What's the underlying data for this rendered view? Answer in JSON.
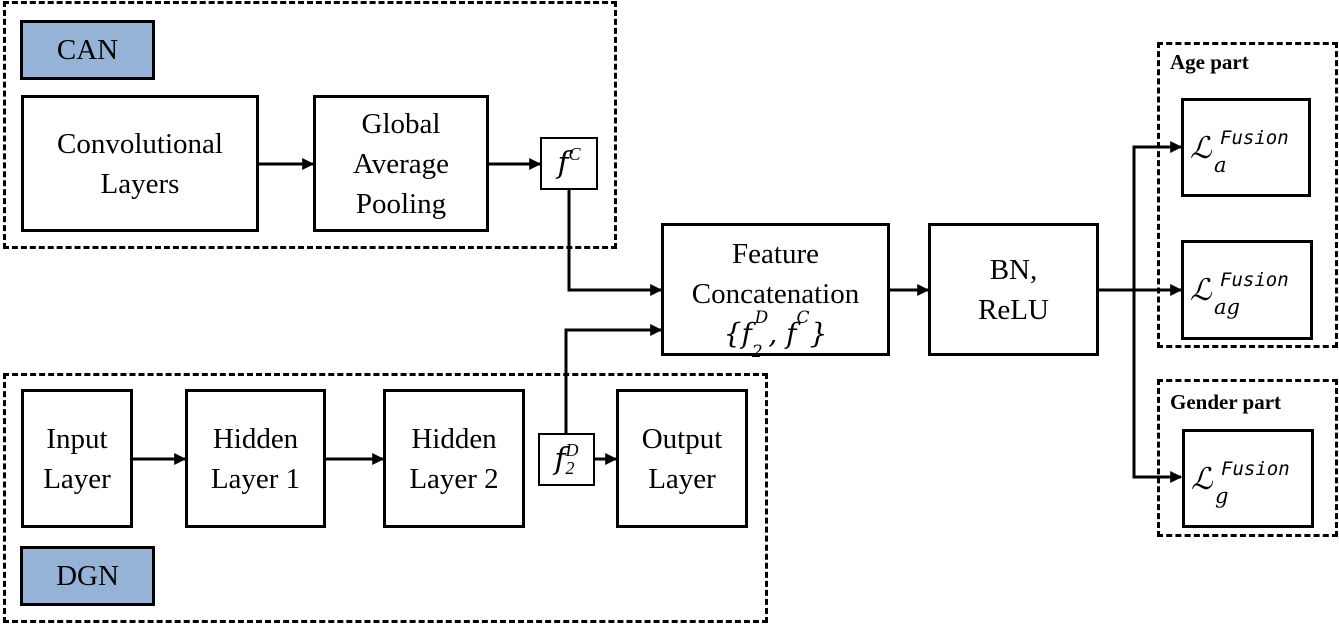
{
  "can": {
    "tag": "CAN",
    "conv": "Convolutional\nLayers",
    "gap": "Global\nAverage\nPooling",
    "feature": {
      "base": "f",
      "sup": "C"
    }
  },
  "dgn": {
    "tag": "DGN",
    "input": "Input\nLayer",
    "hidden1": "Hidden\nLayer 1",
    "hidden2": "Hidden\nLayer 2",
    "output": "Output\nLayer",
    "feature": {
      "base": "f",
      "sub": "2",
      "sup": "D"
    }
  },
  "concat": {
    "line1": "Feature",
    "line2": "Concatenation",
    "set": {
      "open": "{",
      "f1": "f",
      "f1_sub": "2",
      "f1_sup": "D",
      "sep": ", ",
      "f2": "f",
      "f2_sup": "C",
      "close": "}"
    }
  },
  "bn": "BN,\nReLU",
  "age_part": {
    "title": "Age part",
    "loss_a": {
      "symbol": "ℒ",
      "sup": "Fusion",
      "sub": "a"
    },
    "loss_ag": {
      "symbol": "ℒ",
      "sup": "Fusion",
      "sub": "ag"
    }
  },
  "gender_part": {
    "title": "Gender part",
    "loss_g": {
      "symbol": "ℒ",
      "sup": "Fusion",
      "sub": "g"
    }
  },
  "colors": {
    "tag_fill": "#95b3d7",
    "line": "#000000"
  }
}
